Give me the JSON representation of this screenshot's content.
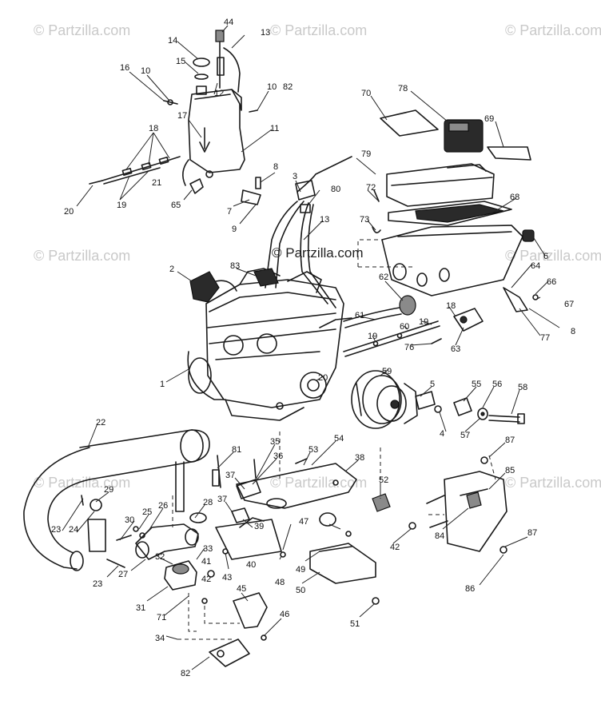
{
  "watermark": "© Partzilla.com",
  "callouts": [
    "44",
    "13",
    "14",
    "15",
    "12",
    "16",
    "10",
    "10",
    "82",
    "17",
    "11",
    "18",
    "21",
    "8",
    "19",
    "20",
    "65",
    "7",
    "9",
    "3",
    "80",
    "79",
    "72",
    "73",
    "78",
    "70",
    "69",
    "68",
    "6",
    "13",
    "2",
    "83",
    "62",
    "64",
    "66",
    "67",
    "77",
    "8",
    "18",
    "61",
    "60",
    "19",
    "19",
    "76",
    "63",
    "59",
    "1",
    "20",
    "5",
    "55",
    "56",
    "58",
    "4",
    "57",
    "22",
    "35",
    "53",
    "54",
    "81",
    "36",
    "38",
    "37",
    "87",
    "85",
    "29",
    "28",
    "37",
    "39",
    "52",
    "26",
    "25",
    "30",
    "23",
    "24",
    "33",
    "32",
    "42",
    "41",
    "40",
    "47",
    "84",
    "27",
    "48",
    "42",
    "43",
    "49",
    "23",
    "31",
    "50",
    "87",
    "71",
    "45",
    "34",
    "46",
    "86",
    "51",
    "82"
  ]
}
